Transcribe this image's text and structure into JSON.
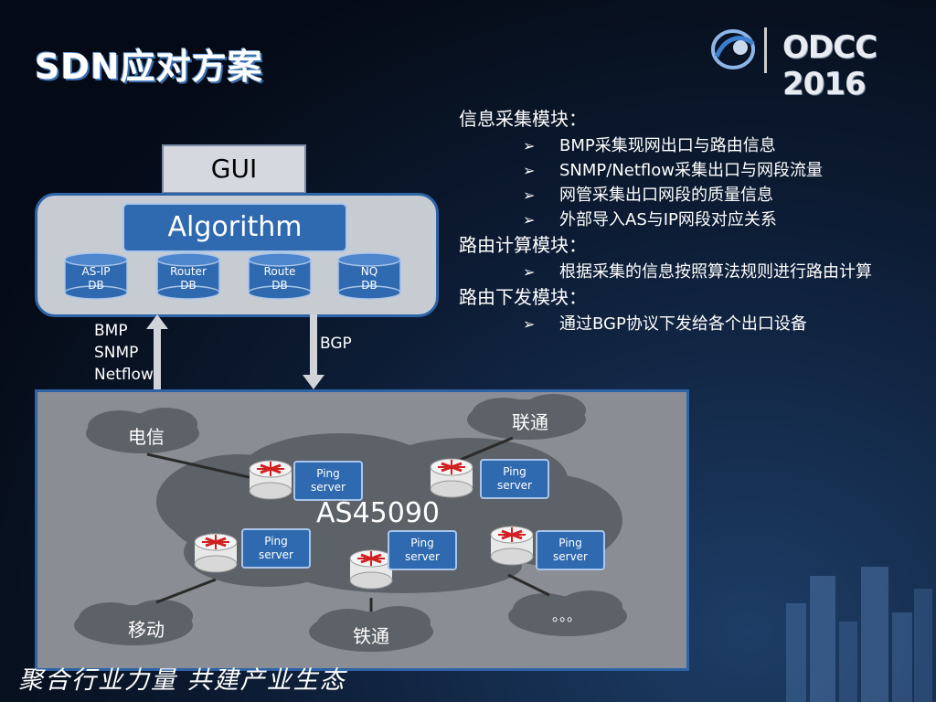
{
  "title": "SDN应对方案",
  "logo": {
    "text": "ODCC 2016"
  },
  "info": {
    "sections": [
      {
        "heading": "信息采集模块：",
        "bullets": [
          "BMP采集现网出口与路由信息",
          "SNMP/Netflow采集出口与网段流量",
          "网管采集出口网段的质量信息",
          "外部导入AS与IP网段对应关系"
        ]
      },
      {
        "heading": "路由计算模块：",
        "bullets": [
          "根据采集的信息按照算法规则进行路由计算"
        ]
      },
      {
        "heading": "路由下发模块：",
        "bullets": [
          "通过BGP协议下发给各个出口设备"
        ]
      }
    ]
  },
  "diagram": {
    "gui": "GUI",
    "algorithm": "Algorithm",
    "databases": [
      {
        "line1": "AS-IP",
        "line2": "DB"
      },
      {
        "line1": "Router",
        "line2": "DB"
      },
      {
        "line1": "Route",
        "line2": "DB"
      },
      {
        "line1": "NQ",
        "line2": "DB"
      }
    ],
    "up_flow": [
      "BMP",
      "SNMP",
      "Netflow"
    ],
    "down_flow": "BGP",
    "as_label": "AS45090",
    "isps": {
      "telecom": "电信",
      "unicom": "联通",
      "mobile": "移动",
      "railcom": "铁通",
      "others": "。。。"
    },
    "ping_server": {
      "line1": "Ping",
      "line2": "server"
    }
  },
  "slogan": "聚合行业力量  共建产业生态",
  "colors": {
    "accent": "#2f6ab0",
    "panel_border": "#2d63a7",
    "network_bg": "#8a8e94"
  }
}
